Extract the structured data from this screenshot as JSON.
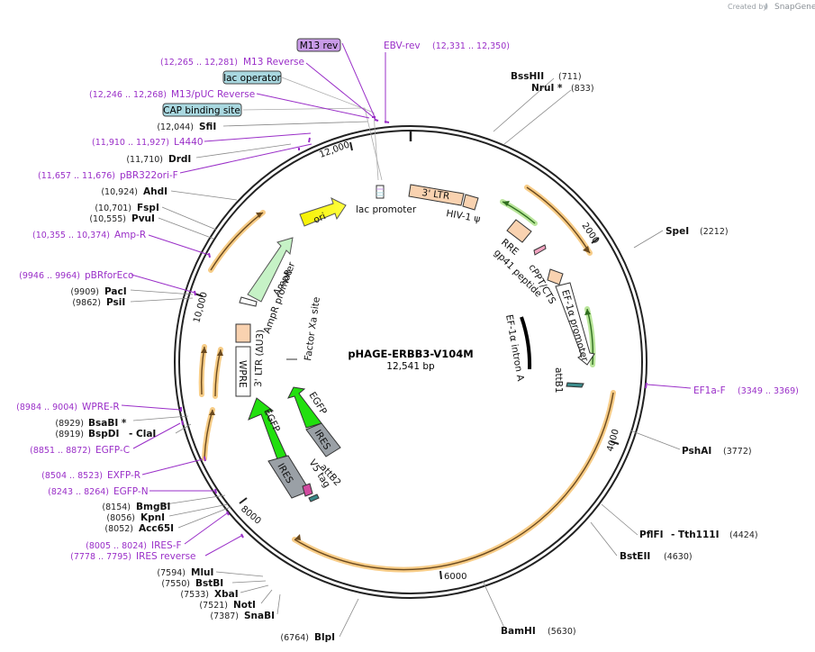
{
  "credit": {
    "prefix": "Created by",
    "brand": "SnapGene"
  },
  "plasmid": {
    "name": "pHAGE-ERBB3-V104M",
    "length": "12,541 bp"
  },
  "ticks": [
    "2000",
    "4000",
    "6000",
    "8000",
    "10,000",
    "12,000"
  ],
  "boxed_labels": [
    {
      "text": "M13 rev",
      "color": "#c99be8"
    },
    {
      "text": "lac operator",
      "color": "#a9d8e0"
    },
    {
      "text": "CAP binding site",
      "color": "#a9d8e0"
    }
  ],
  "enzymes": [
    {
      "name": "BssHII",
      "pos": "(711)"
    },
    {
      "name": "NruI *",
      "pos": "(833)"
    },
    {
      "name": "SpeI",
      "pos": "(2212)"
    },
    {
      "name": "PshAI",
      "pos": "(3772)"
    },
    {
      "name": "PflFI",
      "extra": "- Tth111I",
      "pos": "(4424)"
    },
    {
      "name": "BstEII",
      "pos": "(4630)"
    },
    {
      "name": "BamHI",
      "pos": "(5630)"
    },
    {
      "name": "BlpI",
      "pos": "(6764)"
    },
    {
      "name": "SnaBI",
      "pos": "(7387)"
    },
    {
      "name": "NotI",
      "pos": "(7521)"
    },
    {
      "name": "XbaI",
      "pos": "(7533)"
    },
    {
      "name": "BstBI",
      "pos": "(7550)"
    },
    {
      "name": "MluI",
      "pos": "(7594)"
    },
    {
      "name": "Acc65I",
      "pos": "(8052)"
    },
    {
      "name": "KpnI",
      "pos": "(8056)"
    },
    {
      "name": "BmgBI",
      "pos": "(8154)"
    },
    {
      "name": "BspDI",
      "extra": "- ClaI",
      "pos": "(8919)"
    },
    {
      "name": "BsaBI *",
      "pos": "(8929)"
    },
    {
      "name": "PsiI",
      "pos": "(9862)"
    },
    {
      "name": "PacI",
      "pos": "(9909)"
    },
    {
      "name": "PvuI",
      "pos": "(10,555)"
    },
    {
      "name": "FspI",
      "pos": "(10,701)"
    },
    {
      "name": "AhdI",
      "pos": "(10,924)"
    },
    {
      "name": "DrdI",
      "pos": "(11,710)"
    },
    {
      "name": "SfiI",
      "pos": "(12,044)"
    }
  ],
  "primers": [
    {
      "name": "EBV-rev",
      "pos": "(12,331 .. 12,350)"
    },
    {
      "name": "M13 Reverse",
      "pos": "(12,265 .. 12,281)"
    },
    {
      "name": "M13/pUC Reverse",
      "pos": "(12,246 .. 12,268)"
    },
    {
      "name": "L4440",
      "pos": "(11,910 .. 11,927)"
    },
    {
      "name": "pBR322ori-F",
      "pos": "(11,657 .. 11,676)"
    },
    {
      "name": "Amp-R",
      "pos": "(10,355 .. 10,374)"
    },
    {
      "name": "pBRforEco",
      "pos": "(9946 .. 9964)"
    },
    {
      "name": "WPRE-R",
      "pos": "(8984 .. 9004)"
    },
    {
      "name": "EGFP-C",
      "pos": "(8851 .. 8872)"
    },
    {
      "name": "EXFP-R",
      "pos": "(8504 .. 8523)"
    },
    {
      "name": "EGFP-N",
      "pos": "(8243 .. 8264)"
    },
    {
      "name": "IRES-F",
      "pos": "(8005 .. 8024)"
    },
    {
      "name": "IRES reverse",
      "pos": "(7778 .. 7795)"
    },
    {
      "name": "EF1a-F",
      "pos": "(3349 .. 3369)"
    }
  ],
  "features": [
    "lac promoter",
    "3' LTR",
    "HIV-1 ψ",
    "RRE",
    "gp41 peptide",
    "cPPT/CTS",
    "EF-1α promoter",
    "EF-1α intron A",
    "attB1",
    "ori",
    "AmpR",
    "AmpR promoter",
    "Factor Xa site",
    "3' LTR (ΔU3)",
    "WPRE",
    "EGFP",
    "IRES",
    "V5 tag",
    "attB2"
  ]
}
